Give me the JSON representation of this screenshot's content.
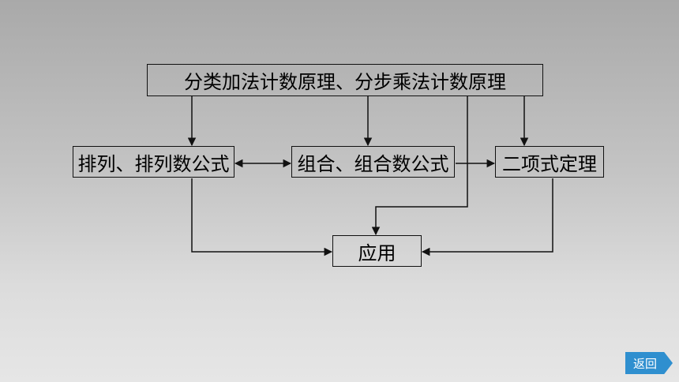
{
  "nodes": {
    "top": "分类加法计数原理、分步乘法计数原理",
    "permutation": "排列、排列数公式",
    "combination": "组合、组合数公式",
    "binomial": "二项式定理",
    "application": "应用"
  },
  "nav": {
    "back_label": "返回"
  },
  "colors": {
    "line": "#111111",
    "button": "#2f8fcf"
  }
}
